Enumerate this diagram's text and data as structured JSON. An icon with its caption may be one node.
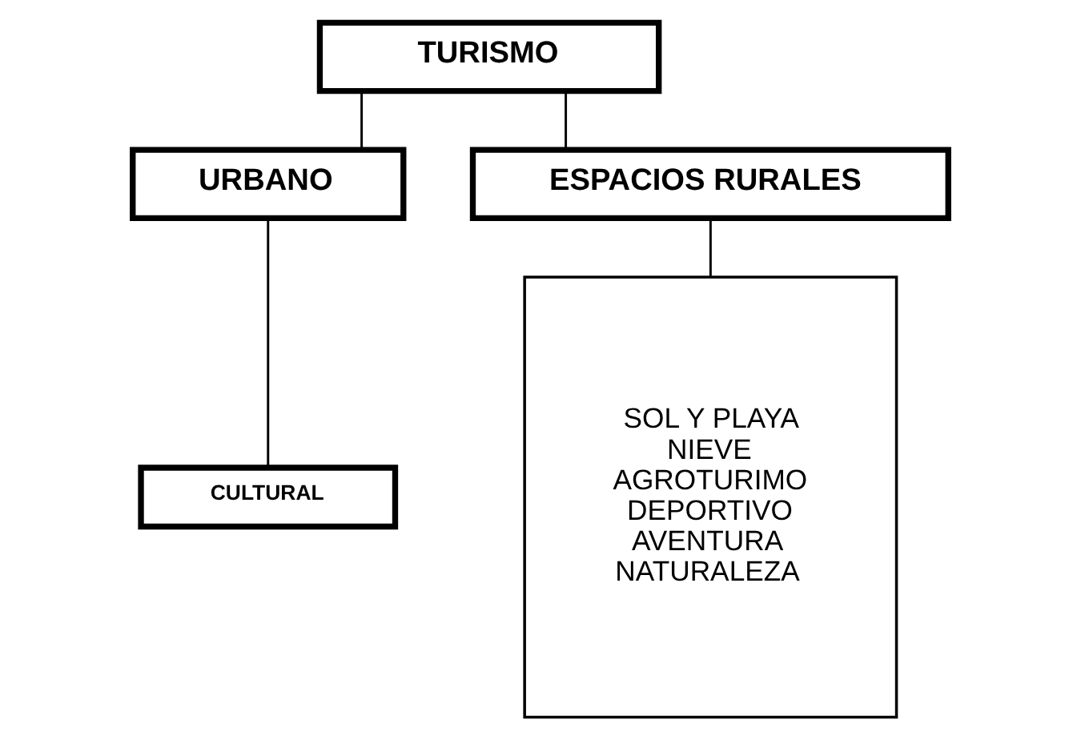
{
  "diagram": {
    "nodes": [
      {
        "text": [
          "TURISMO"
        ]
      },
      {
        "text": [
          "URBANO"
        ]
      },
      {
        "text": [
          "ESPACIOS RURALES"
        ]
      },
      {
        "text": [
          "CULTURAL"
        ]
      },
      {
        "text": [
          "SOL Y PLAYA",
          "NIEVE",
          "AGROTURIMO",
          "DEPORTIVO",
          "AVENTURA",
          "NATURALEZA"
        ]
      }
    ],
    "edges": [
      {
        "from": 0,
        "to": 1,
        "arrow": "none"
      },
      {
        "from": 0,
        "to": 2,
        "arrow": "none"
      },
      {
        "from": 1,
        "to": 3,
        "arrow": "none"
      },
      {
        "from": 2,
        "to": 4,
        "arrow": "none"
      }
    ]
  }
}
